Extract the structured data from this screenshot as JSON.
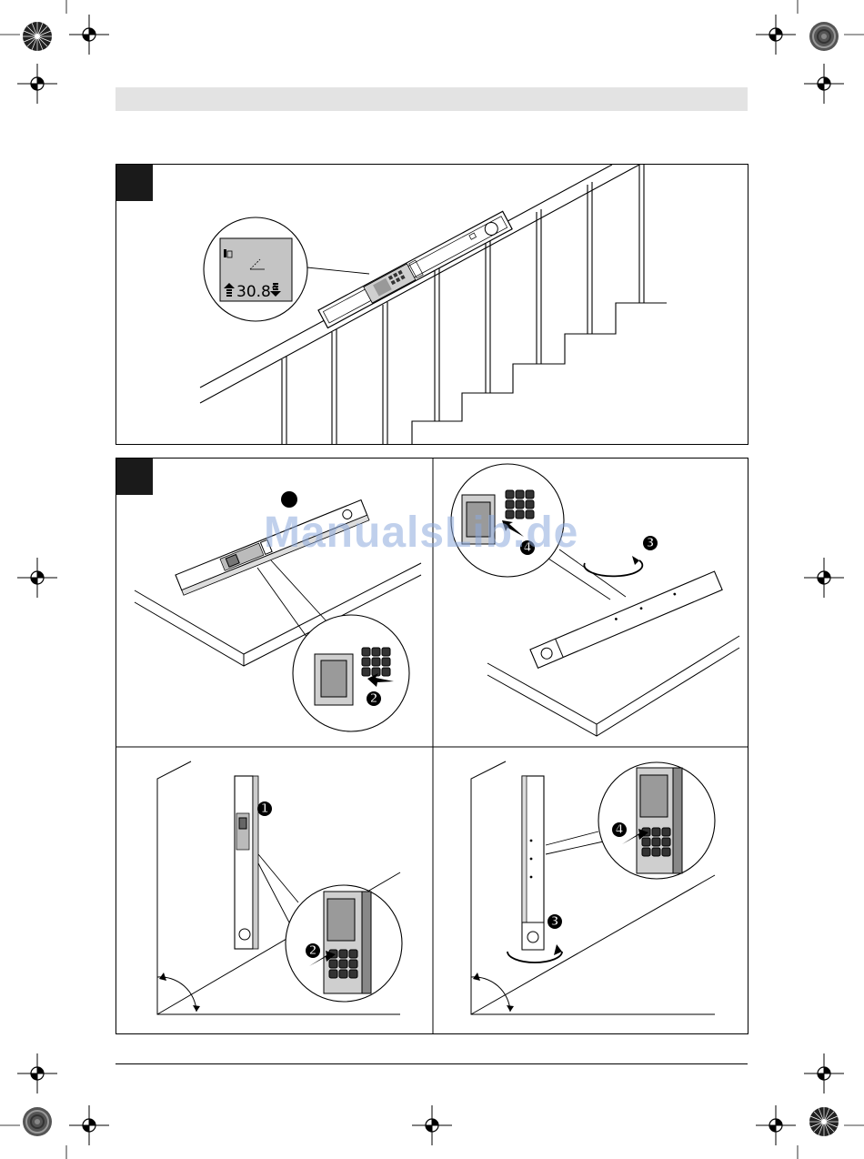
{
  "document": {
    "watermark": "ManualsLib.de",
    "figure1": {
      "display_reading": "30.8°"
    },
    "figure2": {
      "steps": {
        "one": "1",
        "two": "2",
        "three": "3",
        "four": "4"
      }
    }
  },
  "colors": {
    "header_bar": "#e3e3e3",
    "badge": "#1a1a1a",
    "watermark": "#8caadc",
    "line_art": "#000000"
  },
  "icons": [
    "registration-mark-icon",
    "color-calibration-wheel-icon",
    "rotate-arrow-icon",
    "press-arrow-icon"
  ]
}
